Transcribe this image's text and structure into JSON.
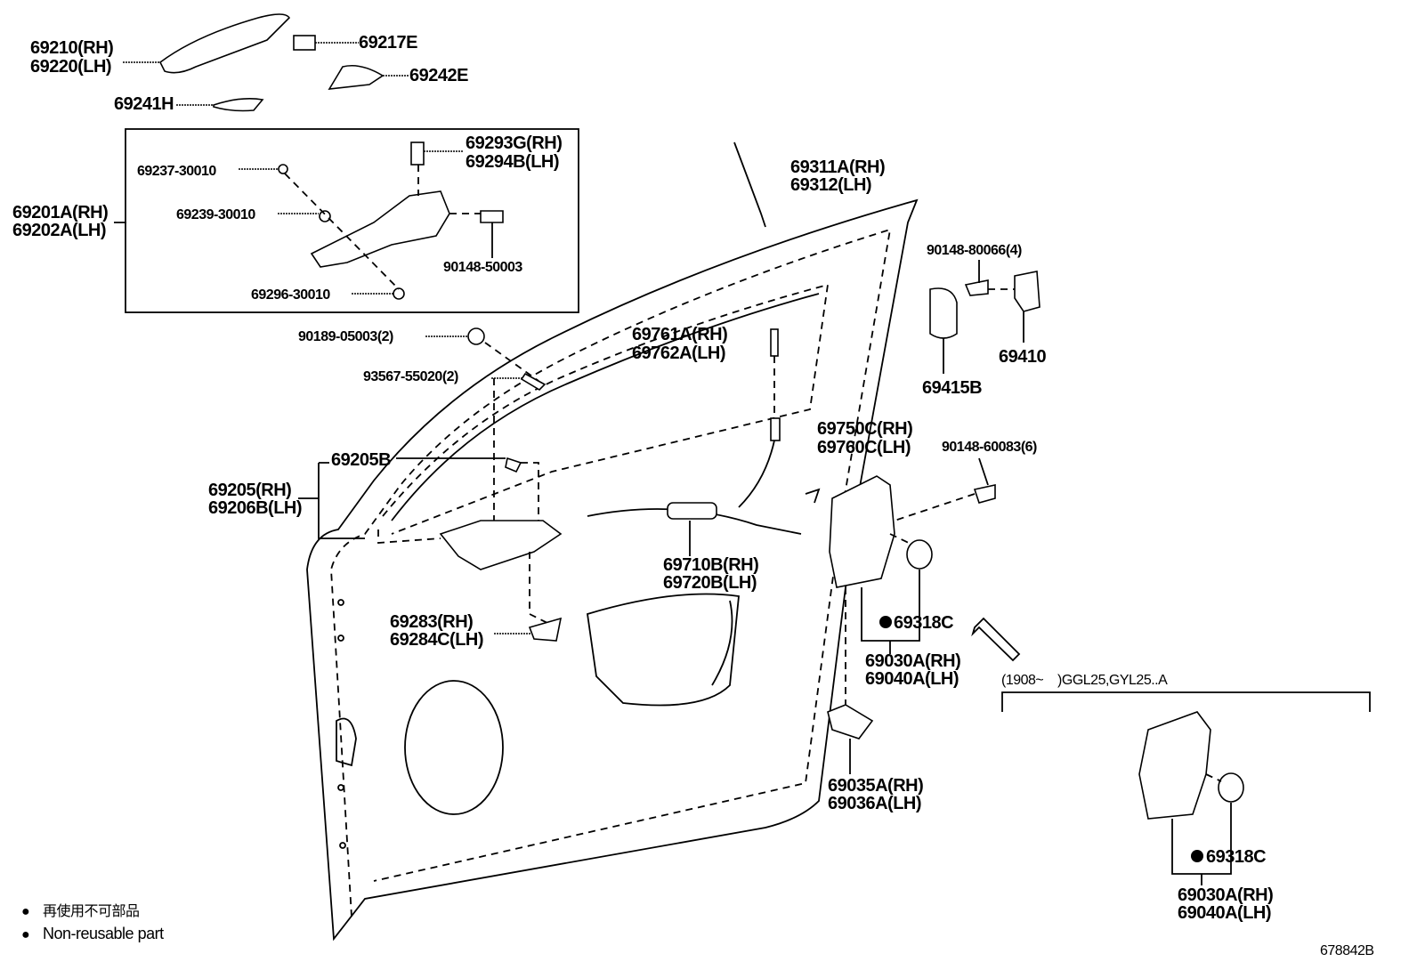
{
  "labels": {
    "p69210": "69210(RH)",
    "p69220": "69220(LH)",
    "p69217E": "69217E",
    "p69242E": "69242E",
    "p69241H": "69241H",
    "p69293G": "69293G(RH)",
    "p69294B": "69294B(LH)",
    "p69237": "69237-30010",
    "p69201A": "69201A(RH)",
    "p69202A": "69202A(LH)",
    "p69239": "69239-30010",
    "p90148_50003": "90148-50003",
    "p69296": "69296-30010",
    "p90189": "90189-05003(2)",
    "p93567": "93567-55020(2)",
    "p69311A": "69311A(RH)",
    "p69312": "69312(LH)",
    "p90148_80066": "90148-80066(4)",
    "p69410": "69410",
    "p69415B": "69415B",
    "p69761A": "69761A(RH)",
    "p69762A": "69762A(LH)",
    "p69750C": "69750C(RH)",
    "p69760C": "69760C(LH)",
    "p90148_60083": "90148-60083(6)",
    "p69205B": "69205B",
    "p69205": "69205(RH)",
    "p69206B": "69206B(LH)",
    "p69710B": "69710B(RH)",
    "p69720B": "69720B(LH)",
    "p69283": "69283(RH)",
    "p69284C": "69284C(LH)",
    "p69318C_a": "69318C",
    "p69030A_a": "69030A(RH)",
    "p69040A_a": "69040A(LH)",
    "variant_note": "(1908~    )GGL25,GYL25..A",
    "p69035A": "69035A(RH)",
    "p69036A": "69036A(LH)",
    "p69318C_b": "69318C",
    "p69030A_b": "69030A(RH)",
    "p69040A_b": "69040A(LH)"
  },
  "legend": {
    "symbol": "●",
    "japanese": "再使用不可部品",
    "english": "Non-reusable part"
  },
  "figure_id": "678842B"
}
